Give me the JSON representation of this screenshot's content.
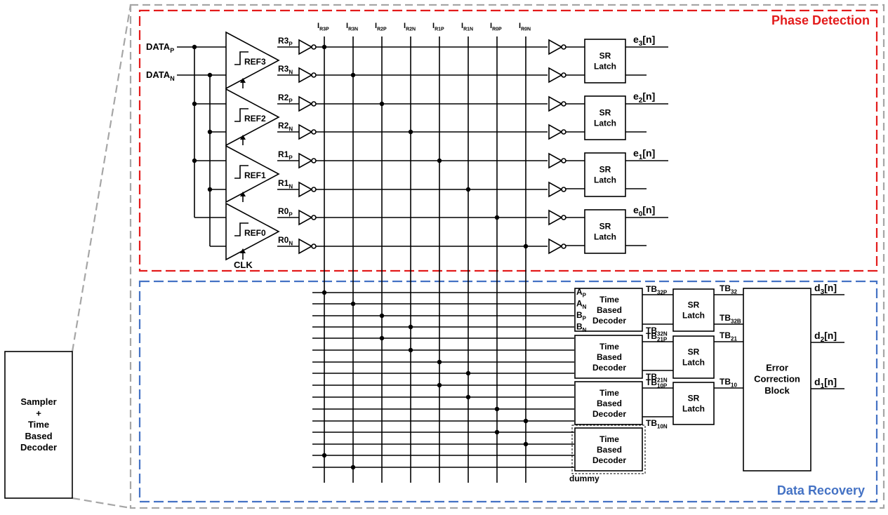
{
  "colors": {
    "phase_border": "#e31b1b",
    "phase_title": "#e31b1b",
    "recovery_border": "#4472c4",
    "recovery_title": "#4472c4",
    "outer_border": "#a6a6a6"
  },
  "left_block": {
    "lines": [
      "Sampler",
      "+",
      "Time",
      "Based",
      "Decoder"
    ]
  },
  "phase_detection": {
    "title": "Phase Detection",
    "inputs": {
      "p": {
        "base": "DATA",
        "sub": "P"
      },
      "n": {
        "base": "DATA",
        "sub": "N"
      }
    },
    "clk_label": "CLK",
    "comparators": [
      "REF3",
      "REF2",
      "REF1",
      "REF0"
    ],
    "outputs": [
      {
        "base": "R3",
        "sub": "P"
      },
      {
        "base": "R3",
        "sub": "N"
      },
      {
        "base": "R2",
        "sub": "P"
      },
      {
        "base": "R2",
        "sub": "N"
      },
      {
        "base": "R1",
        "sub": "P"
      },
      {
        "base": "R1",
        "sub": "N"
      },
      {
        "base": "R0",
        "sub": "P"
      },
      {
        "base": "R0",
        "sub": "N"
      }
    ],
    "bus_labels": [
      {
        "base": "I",
        "sub": "R3P"
      },
      {
        "base": "I",
        "sub": "R3N"
      },
      {
        "base": "I",
        "sub": "R2P"
      },
      {
        "base": "I",
        "sub": "R2N"
      },
      {
        "base": "I",
        "sub": "R1P"
      },
      {
        "base": "I",
        "sub": "R1N"
      },
      {
        "base": "I",
        "sub": "R0P"
      },
      {
        "base": "I",
        "sub": "R0N"
      }
    ],
    "sr_latch": [
      "SR",
      "Latch"
    ],
    "error_outputs": [
      {
        "base": "e",
        "sub": "3",
        "post": "[n]"
      },
      {
        "base": "e",
        "sub": "2",
        "post": "[n]"
      },
      {
        "base": "e",
        "sub": "1",
        "post": "[n]"
      },
      {
        "base": "e",
        "sub": "0",
        "post": "[n]"
      }
    ]
  },
  "data_recovery": {
    "title": "Data Recovery",
    "decoder_label": [
      "Time",
      "Based",
      "Decoder"
    ],
    "decoder_ports": [
      {
        "base": "A",
        "sub": "P"
      },
      {
        "base": "A",
        "sub": "N"
      },
      {
        "base": "B",
        "sub": "P"
      },
      {
        "base": "B",
        "sub": "N"
      }
    ],
    "dummy_label": "dummy",
    "tb_signals": [
      {
        "base": "TB",
        "sub": "32P"
      },
      {
        "base": "TB",
        "sub": "32N"
      },
      {
        "base": "TB",
        "sub": "21P"
      },
      {
        "base": "TB",
        "sub": "21N"
      },
      {
        "base": "TB",
        "sub": "10P"
      },
      {
        "base": "TB",
        "sub": "10N"
      }
    ],
    "latch_out": [
      {
        "base": "TB",
        "sub": "32"
      },
      {
        "base": "TB",
        "sub": "32B"
      },
      {
        "base": "TB",
        "sub": "21"
      },
      {
        "base": "TB",
        "sub": "10"
      }
    ],
    "sr_latch": [
      "SR",
      "Latch"
    ],
    "ecb_label": [
      "Error",
      "Correction",
      "Block"
    ],
    "data_outputs": [
      {
        "base": "d",
        "sub": "3",
        "post": "[n]"
      },
      {
        "base": "d",
        "sub": "2",
        "post": "[n]"
      },
      {
        "base": "d",
        "sub": "1",
        "post": "[n]"
      }
    ]
  }
}
